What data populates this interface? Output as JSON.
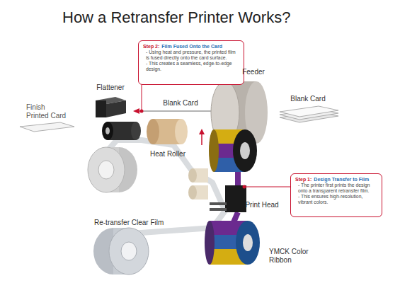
{
  "diagram": {
    "title": "How a Retransfer Printer Works?",
    "nodes": [
      {
        "text": [
          "Step 2:",
          "Film Fused Onto the Card",
          "- Using heat and pressure, the printed film is fused directly onto the card surface.",
          "- This creates a seamless, edge-to-edge design."
        ]
      },
      {
        "text": [
          "Step 1:",
          "Design Transfer to Film",
          "- The printer first prints the design onto a transparent retransfer film.",
          "- This ensures high-resolution, vibrant colors."
        ]
      }
    ],
    "labels": [
      "Flattener",
      "Feeder",
      "Blank Card",
      "Blank Card",
      "Finish Printed Card",
      "Heat Roller",
      "Print Head",
      "Re-transfer Clear Film",
      "YMCK Color Ribbon"
    ]
  }
}
